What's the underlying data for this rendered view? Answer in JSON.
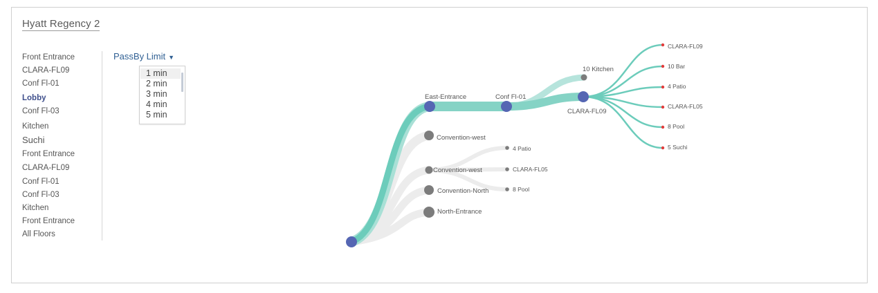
{
  "card": {
    "title": "Hyatt Regency 2"
  },
  "floors": [
    {
      "label": "Front Entrance"
    },
    {
      "label": "CLARA-FL09"
    },
    {
      "label": "Conf Fl-01"
    },
    {
      "label": "Lobby",
      "state": "active"
    },
    {
      "label": "Conf Fl-03"
    },
    {
      "label": "Kitchen"
    },
    {
      "label": "Suchi"
    },
    {
      "label": "Front Entrance"
    },
    {
      "label": "CLARA-FL09"
    },
    {
      "label": "Conf Fl-01"
    },
    {
      "label": "Conf Fl-03"
    },
    {
      "label": "Kitchen"
    },
    {
      "label": "Front Entrance"
    },
    {
      "label": "All Floors"
    }
  ],
  "passby": {
    "label": "PassBy Limit",
    "caret_icon": "triangle-down-icon",
    "options": [
      "1 min",
      "2 min",
      "3 min",
      "4 min",
      "5 min"
    ],
    "selected": "1 min"
  },
  "flow": {
    "colors": {
      "primary_node": "#5566b3",
      "gray_node": "#7c7c7c",
      "teal": "#6cccbb",
      "teal_light": "#a9e0d6",
      "gray_link": "#e9e9e9",
      "dot_red": "#e23a3a"
    },
    "nodes": {
      "lobby": "",
      "east_entrance": "East-Entrance",
      "conf_fl01": "Conf Fl-01",
      "clara_fl09": "CLARA-FL09",
      "kitchen10": "10 Kitchen",
      "convention_west_a": "Convention-west",
      "convention_west_b": "Convention-west",
      "convention_north": "Convention-North",
      "north_entrance": "North-Entrance"
    },
    "leaves": [
      "CLARA-FL09",
      "10 Bar",
      "4 Patio",
      "CLARA-FL05",
      "8 Pool",
      "5 Suchi"
    ],
    "side_leaves": [
      "4 Patio",
      "CLARA-FL05",
      "8 Pool"
    ]
  }
}
